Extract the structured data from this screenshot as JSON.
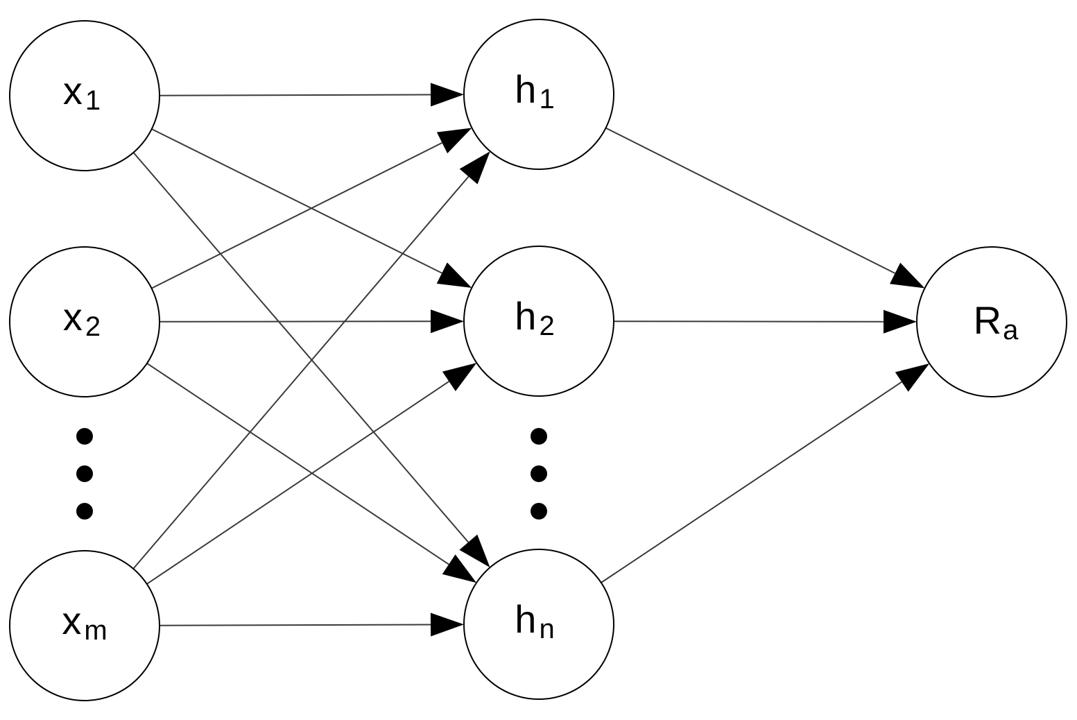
{
  "nodes": {
    "x1": {
      "base": "x",
      "sub": "1"
    },
    "x2": {
      "base": "x",
      "sub": "2"
    },
    "xm": {
      "base": "x",
      "sub": "m"
    },
    "h1": {
      "base": "h",
      "sub": "1"
    },
    "h2": {
      "base": "h",
      "sub": "2"
    },
    "hn": {
      "base": "h",
      "sub": "n"
    },
    "ra": {
      "base": "R",
      "sub": "a"
    }
  },
  "edges": [
    [
      "x1",
      "h1"
    ],
    [
      "x1",
      "h2"
    ],
    [
      "x1",
      "hn"
    ],
    [
      "x2",
      "h1"
    ],
    [
      "x2",
      "h2"
    ],
    [
      "x2",
      "hn"
    ],
    [
      "xm",
      "h1"
    ],
    [
      "xm",
      "h2"
    ],
    [
      "xm",
      "hn"
    ],
    [
      "h1",
      "ra"
    ],
    [
      "h2",
      "ra"
    ],
    [
      "hn",
      "ra"
    ]
  ],
  "colors": {
    "stroke": "#000000",
    "edge": "#3a3a3a",
    "fill": "#ffffff"
  }
}
